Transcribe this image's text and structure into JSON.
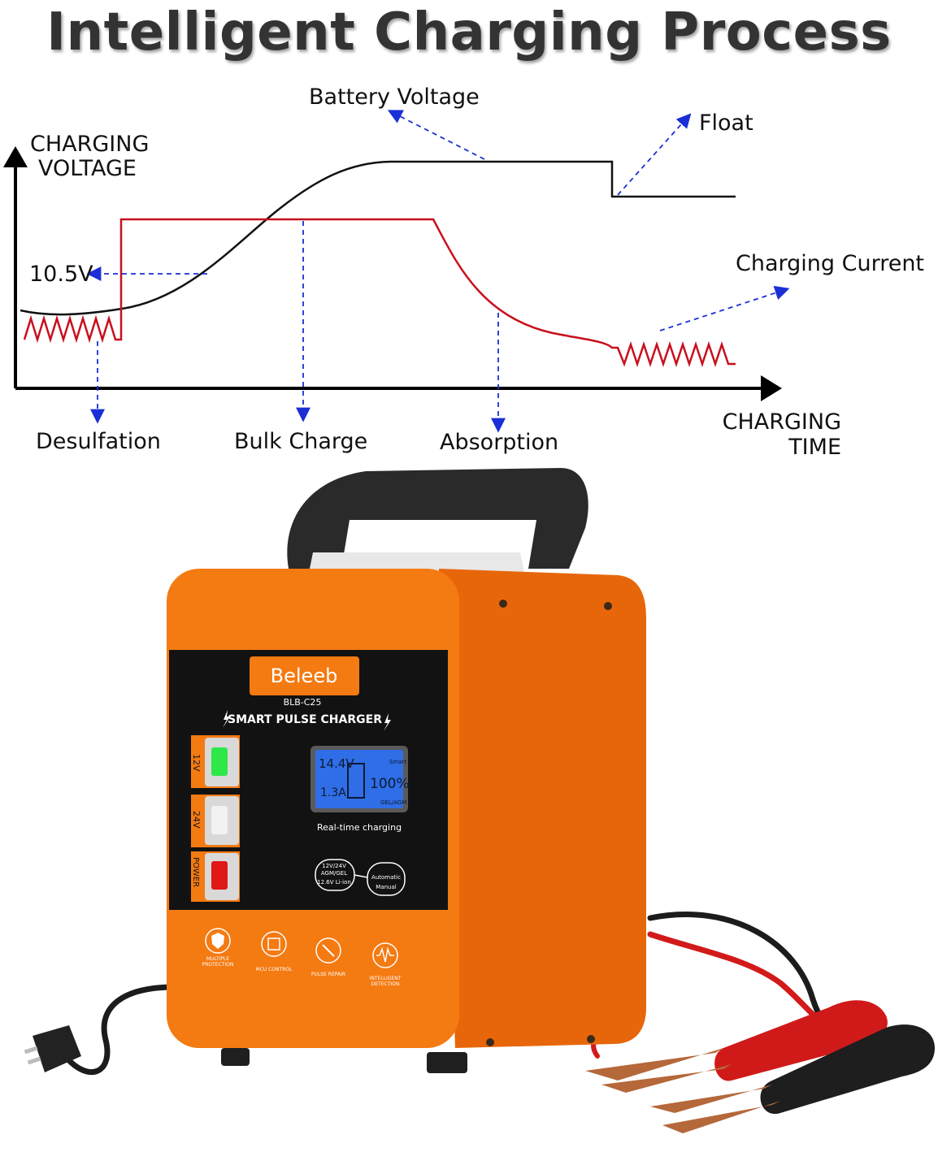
{
  "title": "Intelligent Charging Process",
  "diagram": {
    "y_axis_label_line1": "CHARGING",
    "y_axis_label_line2": "VOLTAGE",
    "x_axis_label_line1": "CHARGING",
    "x_axis_label_line2": "TIME",
    "voltage_marker": "10.5V",
    "callouts": {
      "battery_voltage": "Battery Voltage",
      "float": "Float",
      "charging_current": "Charging Current"
    },
    "stages": [
      "Desulfation",
      "Bulk Charge",
      "Absorption"
    ],
    "colors": {
      "voltage_curve": "#111111",
      "current_curve": "#c8101e",
      "guide_arrows": "#1a2fd6"
    }
  },
  "product": {
    "brand": "Beleeb",
    "model": "BLB-C25",
    "panel_title": "SMART PULSE CHARGER",
    "indicators": [
      {
        "label": "12V",
        "color": "#2ee84a"
      },
      {
        "label": "24V",
        "color": "#f2f2f2"
      },
      {
        "label": "POWER",
        "color": "#e01818"
      }
    ],
    "lcd": {
      "voltage": "14.4V",
      "current": "1.3A",
      "percent": "100%",
      "mode_top": "Smart",
      "mode_bottom": "GEL/AGM"
    },
    "lcd_caption": "Real-time charging",
    "mode_switch": {
      "left_line1": "12V/24V",
      "left_line2": "AGM/GEL",
      "left_line3": "12.6V Li-ion",
      "right_line1": "Automatic",
      "right_line2": "Manual"
    },
    "features": [
      {
        "icon": "shield-icon",
        "line1": "MULTIPLE",
        "line2": "PROTECTION"
      },
      {
        "icon": "chip-icon",
        "line1": "MCU CONTROL",
        "line2": ""
      },
      {
        "icon": "wrench-icon",
        "line1": "PULSE REPAIR",
        "line2": ""
      },
      {
        "icon": "waveform-icon",
        "line1": "INTELLIGENT",
        "line2": "DETECTION"
      }
    ],
    "body_color": "#f47a12"
  }
}
